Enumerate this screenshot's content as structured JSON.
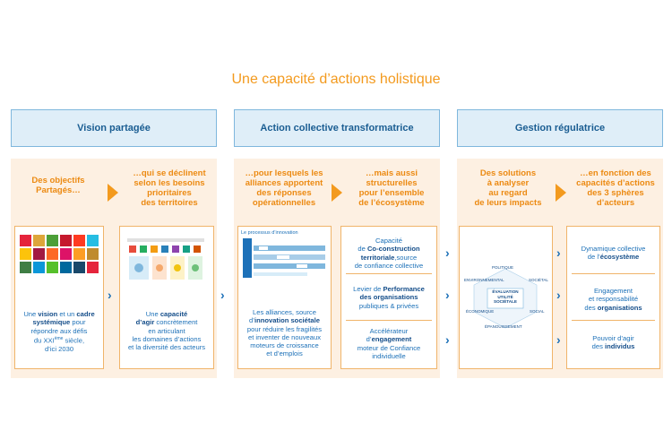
{
  "title": "Une capacité d’actions holistique",
  "headers": [
    "Vision partagée",
    "Action collective transformatrice",
    "Gestion régulatrice"
  ],
  "subheads": [
    [
      "Des objectifs",
      "Partagés…"
    ],
    [
      "…qui se déclinent",
      "selon les besoins",
      "prioritaires",
      "des territoires"
    ],
    [
      "…pour lesquels les",
      "alliances apportent",
      "des réponses",
      "opérationnelles"
    ],
    [
      "…mais aussi",
      "structurelles",
      "pour l’ensemble",
      "de l’écosystème"
    ],
    [
      "Des solutions",
      "à analyser",
      "au regard",
      "de leurs impacts"
    ],
    [
      "…en fonction des",
      "capacités d’actions",
      "des 3 sphères",
      "d’acteurs"
    ]
  ],
  "col1": {
    "l1a": "Une ",
    "l1b": "vision",
    "l1c": " et un ",
    "l1d": "cadre",
    "l2a": "systémique",
    "l2b": " pour",
    "l3": "répondre aux défis",
    "l4a": "du XXI",
    "l4sup": "ème",
    "l4b": " siècle,",
    "l5": "d’ici 2030"
  },
  "col2": {
    "l1": "Une ",
    "l1b": "capacité",
    "l2a": "d’agir",
    "l2b": " concrètement",
    "l3": "en articulant",
    "l4": "les domaines d’actions",
    "l5": "et la diversité des acteurs"
  },
  "col3": {
    "process_label": "Le processus d’innovation",
    "l1": "Les alliances, source",
    "l2a": "d’",
    "l2b": "innovation sociétale",
    "l3": "pour réduire les fragilités",
    "l4": "et inventer de nouveaux",
    "l5": "moteurs de croissance",
    "l6": "et d’emplois"
  },
  "col4": {
    "a1": "Capacité",
    "a2": "de ",
    "a2b": "Co-construction",
    "a3b": "territoriale",
    "a3": ",source",
    "a4": "de confiance collective",
    "b1": "Levier de ",
    "b1b": "Performance",
    "b2b": "des organisations",
    "b3": "publiques & privées",
    "c1": "Accélérateur",
    "c2": "d’",
    "c2b": "engagement",
    "c3": "moteur de Confiance",
    "c4": "individuelle"
  },
  "col5": {
    "politique": "POLITIQUE",
    "environnemental": "ENVIRONNEMENTAL",
    "societal": "SOCIÉTAL",
    "center1": "ÉVALUATION",
    "center2": "UTILITÉ",
    "center3": "SOCIÉTALE",
    "economique": "ÉCONOMIQUE",
    "social": "SOCIAL",
    "epanouissement": "ÉPANOUISSEMENT"
  },
  "col6": {
    "a1": "Dynamique collective",
    "a2": "de l’",
    "a2b": "écosystème",
    "b1": "Engagement",
    "b2": "et responsabilité",
    "b3": "des ",
    "b3b": "organisations",
    "c1": "Pouvoir d’agir",
    "c2": "des ",
    "c2b": "individus"
  },
  "colors": {
    "accent_orange": "#f39a1e",
    "header_blue": "#1a5d92",
    "text_blue": "#1d71b8",
    "band": "#fdf0e2"
  }
}
